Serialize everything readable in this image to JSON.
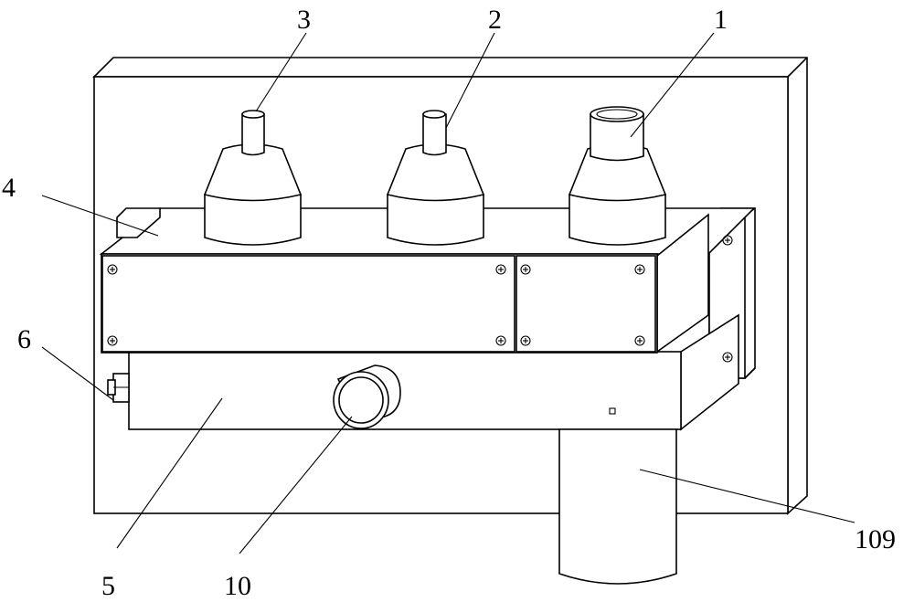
{
  "figure": {
    "labels": {
      "l1": "1",
      "l2": "2",
      "l3": "3",
      "l4": "4",
      "l5": "5",
      "l6": "6",
      "l10": "10",
      "l109": "109"
    }
  }
}
